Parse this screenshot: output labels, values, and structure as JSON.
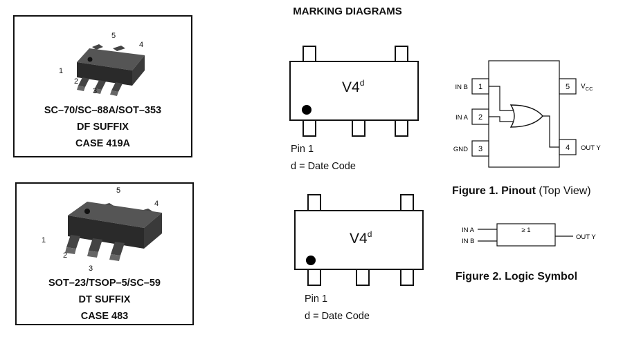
{
  "title": "MARKING DIAGRAMS",
  "packages": [
    {
      "lines": [
        "SC–70/SC–88A/SOT–353",
        "DF SUFFIX",
        "CASE 419A"
      ],
      "pins": [
        "1",
        "2",
        "3",
        "4",
        "5"
      ]
    },
    {
      "lines": [
        "SOT–23/TSOP–5/SC–59",
        "DT SUFFIX",
        "CASE 483"
      ],
      "pins": [
        "1",
        "2",
        "3",
        "4",
        "5"
      ]
    }
  ],
  "markings": [
    {
      "code": "V4",
      "suffix": "d",
      "pin_note": "Pin 1",
      "date_note": "d = Date Code"
    },
    {
      "code": "V4",
      "suffix": "d",
      "pin_note": "Pin 1",
      "date_note": "d = Date Code"
    }
  ],
  "pinout": {
    "pins": [
      {
        "num": "1",
        "label": "IN B"
      },
      {
        "num": "2",
        "label": "IN A"
      },
      {
        "num": "3",
        "label": "GND"
      },
      {
        "num": "5",
        "label": "V",
        "sub": "CC"
      },
      {
        "num": "4",
        "label": "OUT Y"
      }
    ],
    "caption_bold": "Figure 1. Pinout",
    "caption_rest": " (Top View)"
  },
  "logic_symbol": {
    "inputs": [
      "IN A",
      "IN B"
    ],
    "function": "≥ 1",
    "output": "OUT Y",
    "caption": "Figure 2. Logic Symbol"
  }
}
